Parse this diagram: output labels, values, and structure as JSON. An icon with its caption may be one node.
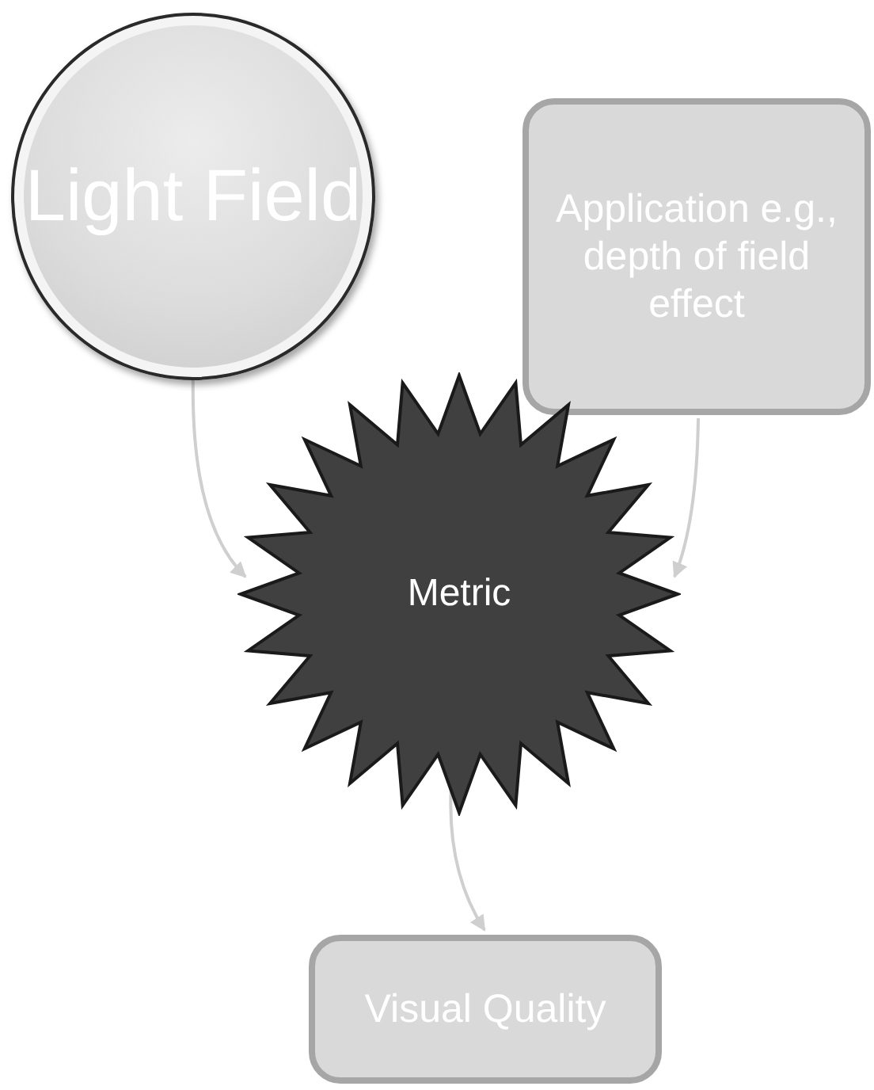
{
  "diagram": {
    "nodes": [
      {
        "text": [
          "Light Field"
        ]
      },
      {
        "text": [
          "Application e.g., depth of field effect"
        ]
      },
      {
        "text": [
          "Metric"
        ]
      },
      {
        "text": [
          "Visual Quality"
        ]
      }
    ],
    "edges": [
      {
        "from": 0,
        "to": 2,
        "arrow": "to"
      },
      {
        "from": 1,
        "to": 2,
        "arrow": "to"
      },
      {
        "from": 2,
        "to": 3,
        "arrow": "to"
      }
    ]
  }
}
